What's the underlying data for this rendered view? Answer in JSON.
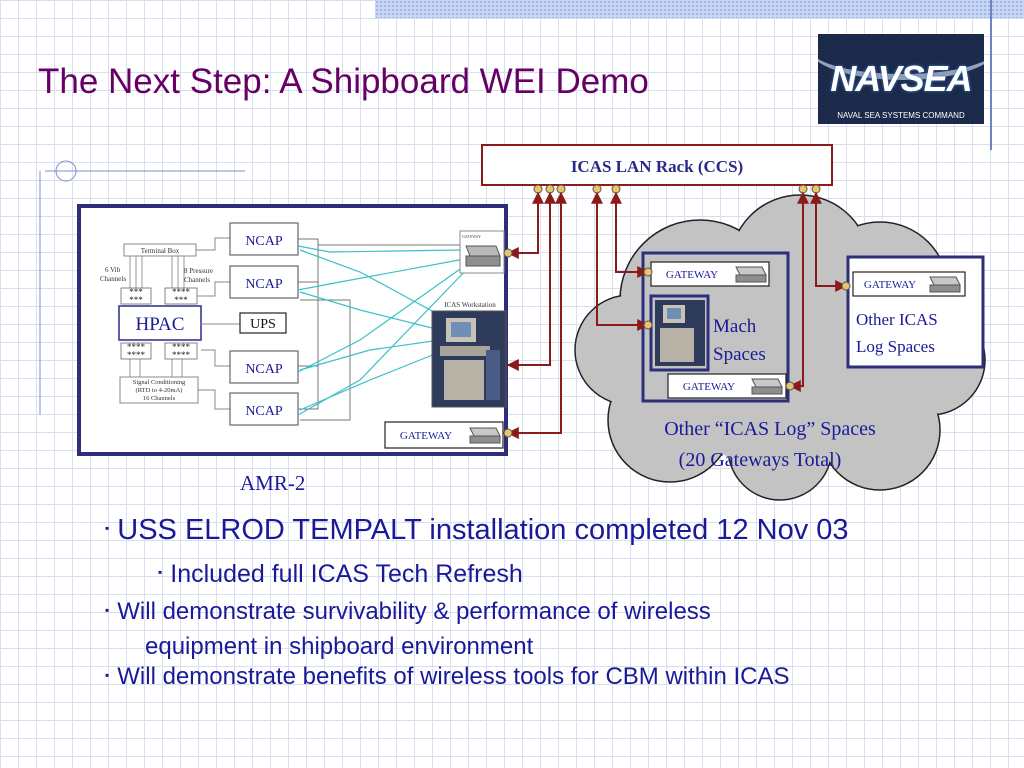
{
  "title": "The Next Step:  A Shipboard WEI Demo",
  "logo": {
    "name": "NAVSEA",
    "subtitle": "NAVAL SEA SYSTEMS COMMAND"
  },
  "diagram": {
    "icas_rack": "ICAS LAN Rack (CCS)",
    "ncap": [
      "NCAP",
      "NCAP",
      "NCAP",
      "NCAP"
    ],
    "terminal_box": "Terminal Box",
    "vib_channels": [
      "6 Vib",
      "Channels"
    ],
    "pressure_channels": [
      "8 Pressure",
      "Channels"
    ],
    "hpac": "HPAC",
    "ups": "UPS",
    "signal_conditioning": [
      "Signal Conditioning",
      "(RTD to 4-20mA)",
      "16 Channels"
    ],
    "stars_top_left": [
      "***",
      "***"
    ],
    "stars_top_right": [
      "****",
      "***"
    ],
    "stars_bottom": [
      "****",
      "****"
    ],
    "icas_workstation": "ICAS Workstation",
    "gateway": "GATEWAY",
    "gateway_small": "GATEWAY",
    "amr_label": "AMR-2",
    "mach_spaces": [
      "Mach",
      "Spaces"
    ],
    "other_icas": [
      "Other ICAS",
      "Log Spaces"
    ],
    "cloud_label": [
      "Other “ICAS Log” Spaces",
      "(20 Gateways Total)"
    ]
  },
  "bullets": {
    "b1": "USS ELROD TEMPALT installation completed 12 Nov 03",
    "b2": "Included full ICAS Tech Refresh",
    "b3_line1": "Will demonstrate survivability & performance of wireless",
    "b3_line2": "equipment in shipboard environment",
    "b4": "Will demonstrate benefits of wireless tools for CBM within ICAS",
    "marker": "▪"
  },
  "colors": {
    "title": "#660066",
    "bullets": "#1a1a99",
    "frame": "#2e2e7a",
    "rack_border": "#8b1a1a",
    "arrows": "#8b1a1a",
    "wireless": "#3cc0c8",
    "cloud": "#c0c0c0"
  }
}
